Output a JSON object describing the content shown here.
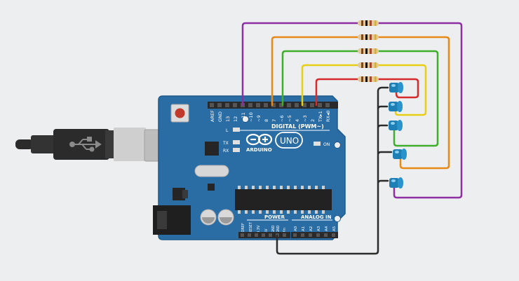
{
  "board": {
    "brand_text": "ARDUINO",
    "model_text": "UNO",
    "digital_header_label": "DIGITAL (PWM~)",
    "power_header_label": "POWER",
    "analog_header_label": "ANALOG IN",
    "on_led_label": "ON",
    "led_l_label": "L",
    "led_tx_label": "TX",
    "led_rx_label": "RX",
    "digital_pins": [
      "AREF",
      "GND",
      "13",
      "12",
      "~11",
      "~10",
      "~9",
      "8",
      "7",
      "~6",
      "~5",
      "4",
      "~3",
      "2",
      "TX▸1",
      "RX◂0"
    ],
    "power_pins": [
      "IOREF",
      "RESET",
      "3.3V",
      "5V",
      "GND",
      "GND",
      "Vin"
    ],
    "analog_pins": [
      "A0",
      "A1",
      "A2",
      "A3",
      "A4",
      "A5"
    ]
  },
  "colors": {
    "board": "#2a6da5",
    "board_edge": "#1f5a8c",
    "wire_purple": "#8e2fa3",
    "wire_orange": "#e88a17",
    "wire_green": "#3fae2a",
    "wire_yellow": "#e7cf16",
    "wire_red": "#d62b2b",
    "wire_black": "#2c2c2c",
    "led": "#1e7fb5",
    "usb_cable": "#2b2b2b",
    "usb_plug": "#cfcfcf"
  },
  "circuit": {
    "components": [
      "arduino-uno",
      "usb-cable",
      "resistor",
      "resistor",
      "resistor",
      "resistor",
      "resistor",
      "led",
      "led",
      "led",
      "led",
      "led"
    ],
    "wire_colors": [
      "purple",
      "orange",
      "green",
      "yellow",
      "red",
      "black"
    ]
  }
}
